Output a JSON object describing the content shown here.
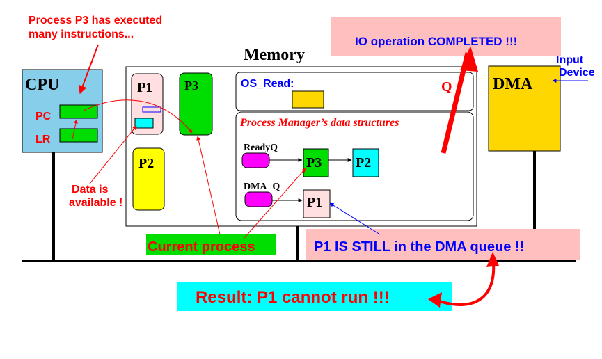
{
  "annotations": {
    "p3_executed": [
      "Process P3 has executed",
      "many instructions..."
    ],
    "data_available": [
      "Data is",
      "available !"
    ],
    "current_process": "Current process",
    "io_completed": "IO operation COMPLETED !!!",
    "p1_still_dma": "P1 IS STILL in the DMA queue !!",
    "result": "Result:  P1 cannot run !!!",
    "input_device": [
      "Input",
      "Device"
    ]
  },
  "memory": {
    "title": "Memory",
    "os_read": "OS_Read:",
    "q_label": "Q",
    "pm_title": "Process Manager’s data structures",
    "readyq_label": "ReadyQ",
    "dmaq_label": "DMA−Q",
    "ready_queue": [
      "P3",
      "P2"
    ],
    "dma_queue": [
      "P1"
    ],
    "procs": {
      "p1": "P1",
      "p2": "P2",
      "p3": "P3"
    }
  },
  "cpu": {
    "title": "CPU",
    "pc": "PC",
    "lr": "LR"
  },
  "dma": {
    "title": "DMA"
  },
  "colors": {
    "red": "#ff0000",
    "blue": "#0000ff",
    "green": "#00dd00",
    "yellow": "#ffff00",
    "cyan": "#00ffff",
    "magenta": "#ff00ff",
    "gold": "#ffd700",
    "pink": "#ffbfbf",
    "light_blue": "#87ceeb",
    "light_pink": "#ffdfdf"
  }
}
